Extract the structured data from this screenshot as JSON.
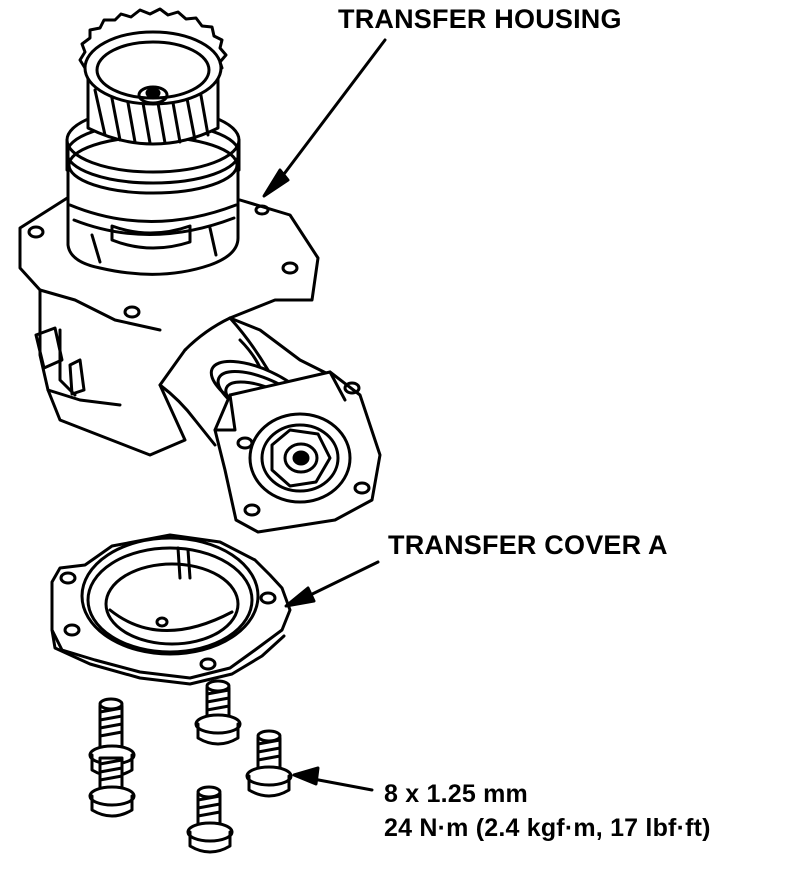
{
  "callouts": {
    "transfer_housing": "TRANSFER HOUSING",
    "transfer_cover": "TRANSFER COVER A",
    "bolt_size": "8 x 1.25 mm",
    "torque_spec": "24 N·m (2.4 kgf·m, 17 lbf·ft)"
  },
  "colors": {
    "line": "#000000",
    "background": "#ffffff"
  }
}
